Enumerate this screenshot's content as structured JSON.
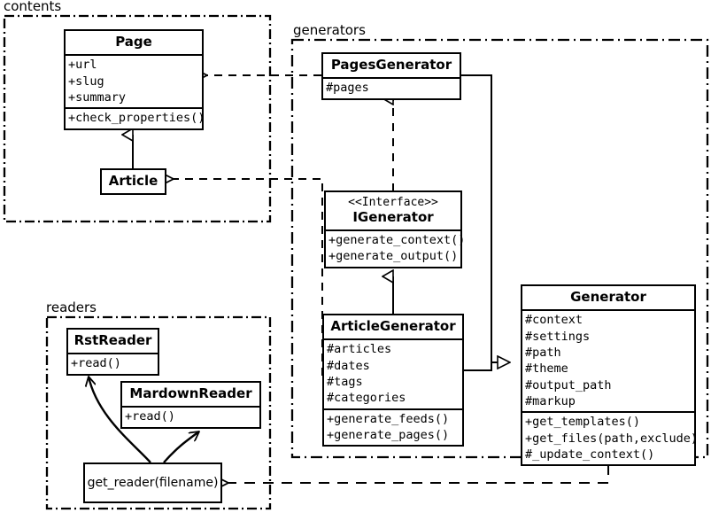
{
  "diagram": {
    "kind": "uml-class-diagram",
    "background": "#ffffff",
    "line_color": "#000000"
  },
  "packages": [
    {
      "name": "contents-package",
      "label": "contents"
    },
    {
      "name": "generators-package",
      "label": "generators"
    },
    {
      "name": "readers-package",
      "label": "readers"
    }
  ],
  "classes": {
    "page": {
      "title": "Page",
      "attributes": [
        "+url",
        "+slug",
        "+summary"
      ],
      "methods": [
        "+check_properties()"
      ]
    },
    "article": {
      "title": "Article",
      "attributes": [],
      "methods": []
    },
    "pages_generator": {
      "title": "PagesGenerator",
      "attributes": [
        "#pages"
      ],
      "methods": []
    },
    "igenerator": {
      "stereotype": "<<Interface>>",
      "title": "IGenerator",
      "attributes": [],
      "methods": [
        "+generate_context()",
        "+generate_output()"
      ]
    },
    "article_generator": {
      "title": "ArticleGenerator",
      "attributes": [
        "#articles",
        "#dates",
        "#tags",
        "#categories"
      ],
      "methods": [
        "+generate_feeds()",
        "+generate_pages()"
      ]
    },
    "generator": {
      "title": "Generator",
      "attributes": [
        "#context",
        "#settings",
        "#path",
        "#theme",
        "#output_path",
        "#markup"
      ],
      "methods": [
        "+get_templates()",
        "+get_files(path,exclude)",
        "#_update_context()"
      ]
    },
    "rst_reader": {
      "title": "RstReader",
      "attributes": [],
      "methods": [
        "+read()"
      ]
    },
    "mardown_reader": {
      "title": "MardownReader",
      "attributes": [],
      "methods": [
        "+read()"
      ]
    },
    "get_reader": {
      "title": "get_reader(filename)"
    }
  },
  "relationships": [
    {
      "name": "pagesgenerator-uses-page",
      "type": "dependency-dashed-open-arrow",
      "from": "PagesGenerator",
      "to": "Page"
    },
    {
      "name": "articlegenerator-uses-article",
      "type": "dependency-dashed-open-arrow",
      "from": "ArticleGenerator",
      "to": "Article"
    },
    {
      "name": "article-inherits-page",
      "type": "generalization-hollow-triangle",
      "from": "Article",
      "to": "Page"
    },
    {
      "name": "pagesgenerator-realizes-igenerator",
      "type": "realization-dashed-hollow-triangle",
      "from": "PagesGenerator",
      "to": "IGenerator"
    },
    {
      "name": "articlegenerator-realizes-igenerator",
      "type": "generalization-hollow-triangle",
      "from": "ArticleGenerator",
      "to": "IGenerator"
    },
    {
      "name": "pagesgenerator-inherits-generator",
      "type": "generalization-hollow-triangle",
      "from": "PagesGenerator",
      "to": "Generator"
    },
    {
      "name": "articlegenerator-inherits-generator",
      "type": "generalization-hollow-triangle",
      "from": "ArticleGenerator",
      "to": "Generator"
    },
    {
      "name": "generator-uses-get-reader",
      "type": "dependency-dashed-open-arrow",
      "from": "Generator",
      "to": "get_reader(filename)"
    },
    {
      "name": "get-reader-returns-rstreader",
      "type": "curved-open-arrow",
      "from": "get_reader(filename)",
      "to": "RstReader"
    },
    {
      "name": "get-reader-returns-mardownreader",
      "type": "curved-open-arrow",
      "from": "get_reader(filename)",
      "to": "MardownReader"
    }
  ]
}
